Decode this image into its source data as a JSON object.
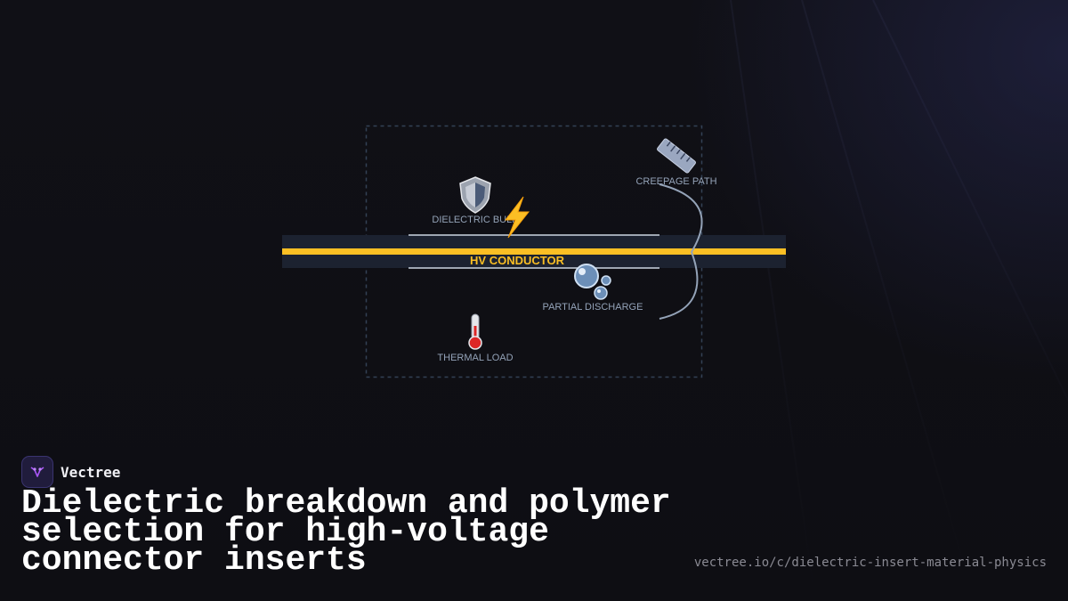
{
  "diagram": {
    "conductor_label": "HV CONDUCTOR",
    "nodes": {
      "creepage": {
        "icon": "ruler-icon",
        "label": "CREEPAGE PATH"
      },
      "dielectric": {
        "icon": "shield-icon",
        "label": "DIELECTRIC BULK"
      },
      "breakdown": {
        "icon": "lightning-icon"
      },
      "partial_discharge": {
        "icon": "bubbles-icon",
        "label": "PARTIAL DISCHARGE"
      },
      "thermal": {
        "icon": "thermometer-icon",
        "label": "THERMAL LOAD"
      }
    },
    "colors": {
      "conductor": "#fbbf24",
      "insulator_lines": "#cbd5e1",
      "creepage_arc": "#94a3b8",
      "frame": "#334155",
      "label": "#94a3b8"
    }
  },
  "brand": {
    "name": "Vectree",
    "logo_icon": "vectree-logo-icon"
  },
  "title": "Dielectric breakdown and polymer selection for high-voltage connector inserts",
  "url": "vectree.io/c/dielectric-insert-material-physics"
}
